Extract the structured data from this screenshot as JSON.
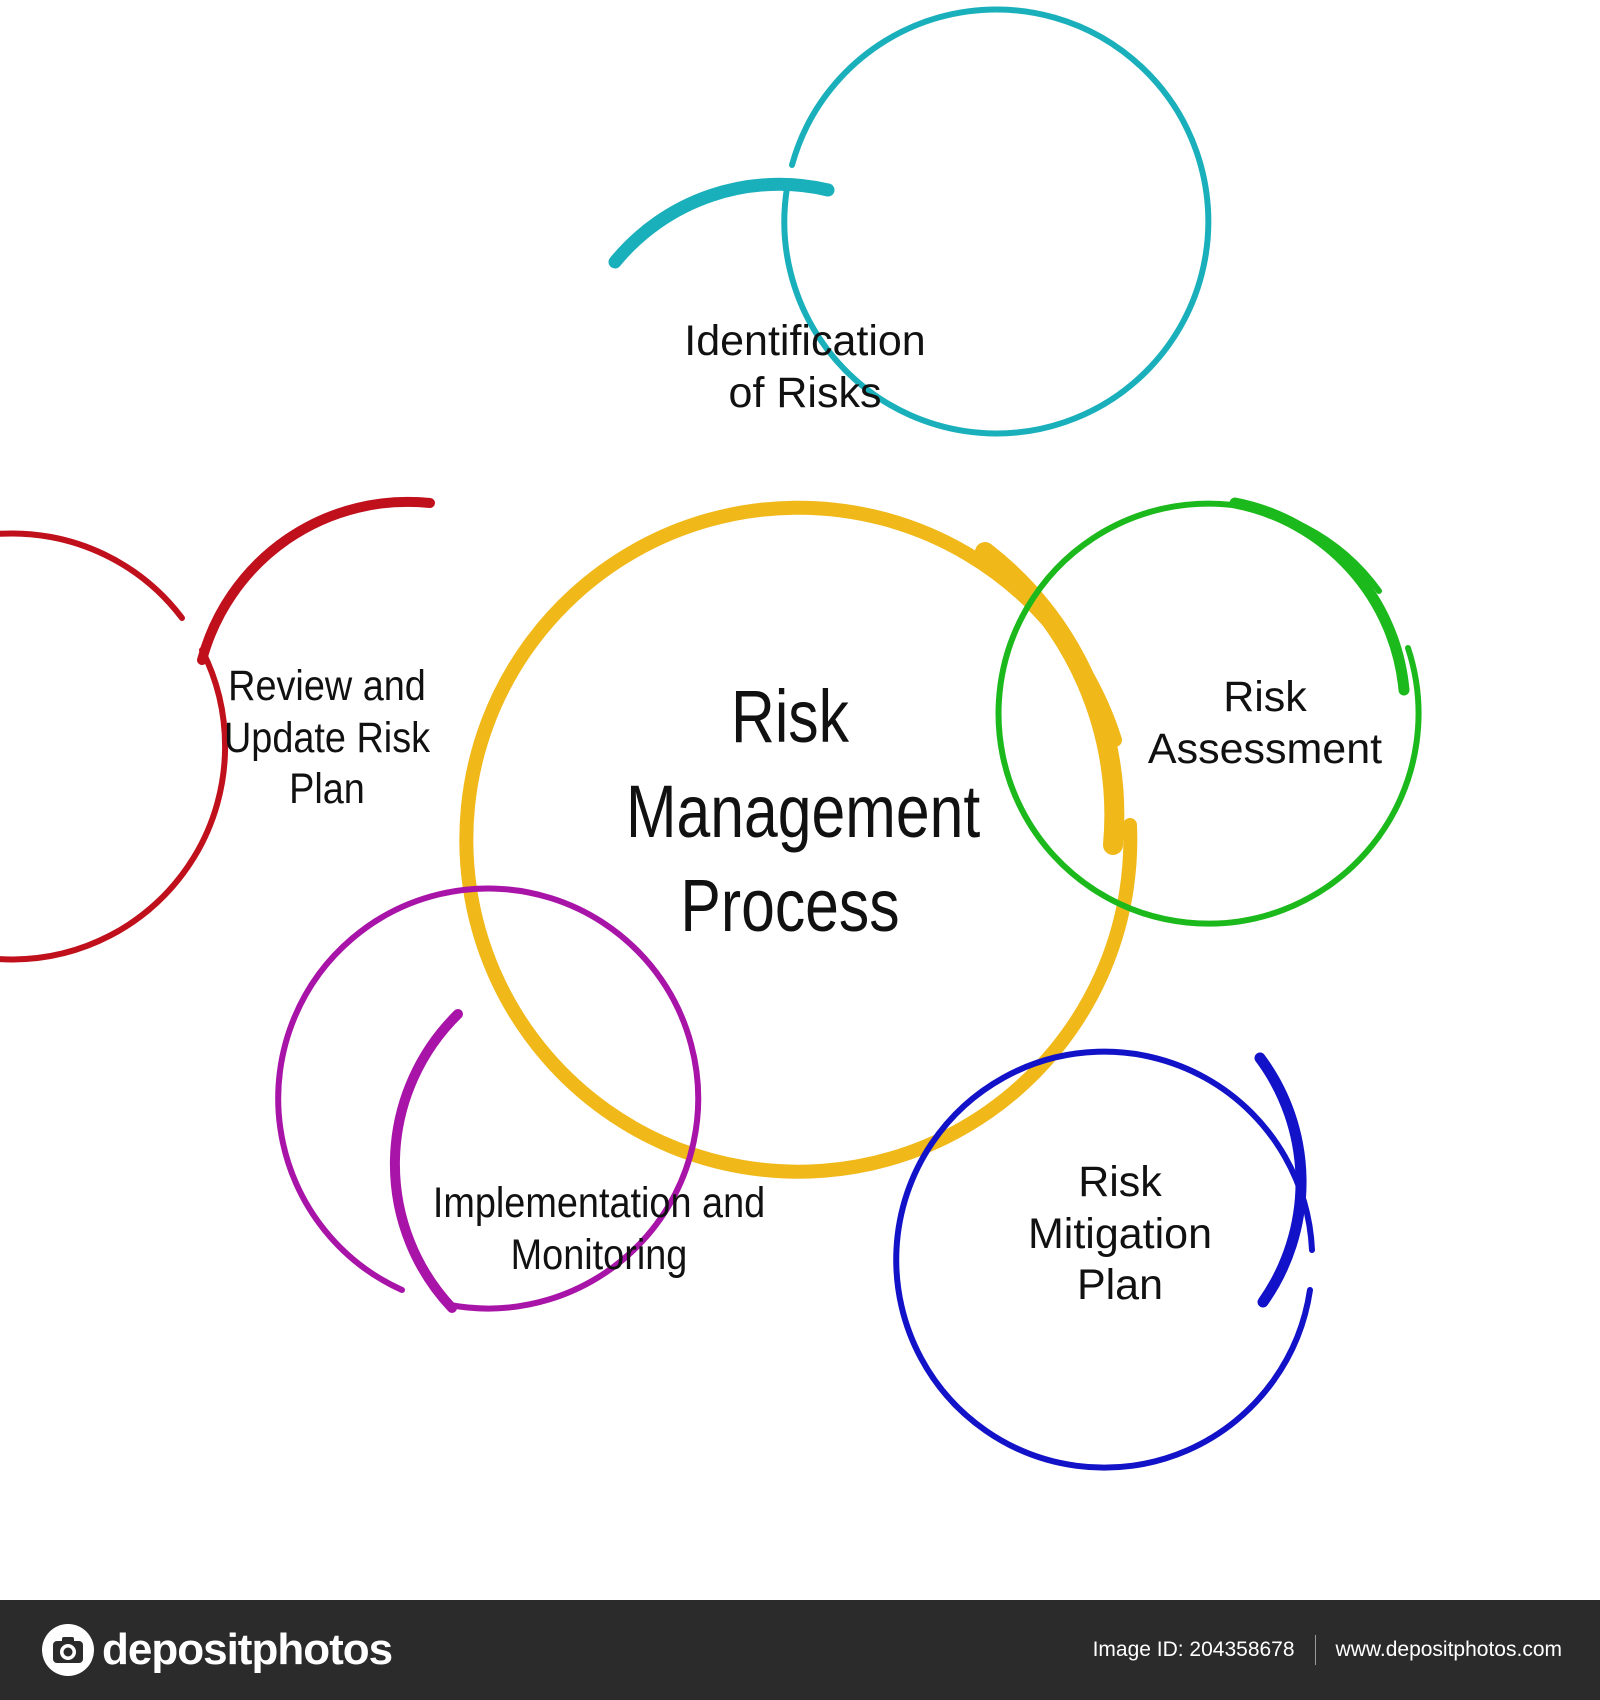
{
  "diagram": {
    "center": {
      "lines": [
        "Risk",
        "Management",
        "Process"
      ],
      "color": "#f0b819"
    },
    "steps": [
      {
        "id": "identification",
        "lines": [
          "Identification",
          "of Risks"
        ],
        "color": "#1ab0bb"
      },
      {
        "id": "assessment",
        "lines": [
          "Risk",
          "Assessment"
        ],
        "color": "#1cb91c"
      },
      {
        "id": "mitigation",
        "lines": [
          "Risk",
          "Mitigation",
          "Plan"
        ],
        "color": "#1212c8"
      },
      {
        "id": "implementation",
        "lines": [
          "Implementation and",
          "Monitoring"
        ],
        "color": "#a814a8"
      },
      {
        "id": "review",
        "lines": [
          "Review and",
          "Update Risk",
          "Plan"
        ],
        "color": "#c0101c"
      }
    ]
  },
  "footer": {
    "brand": "depositphotos",
    "image_id": "Image ID: 204358678",
    "url": "www.depositphotos.com",
    "background": "#2b2b2b"
  }
}
